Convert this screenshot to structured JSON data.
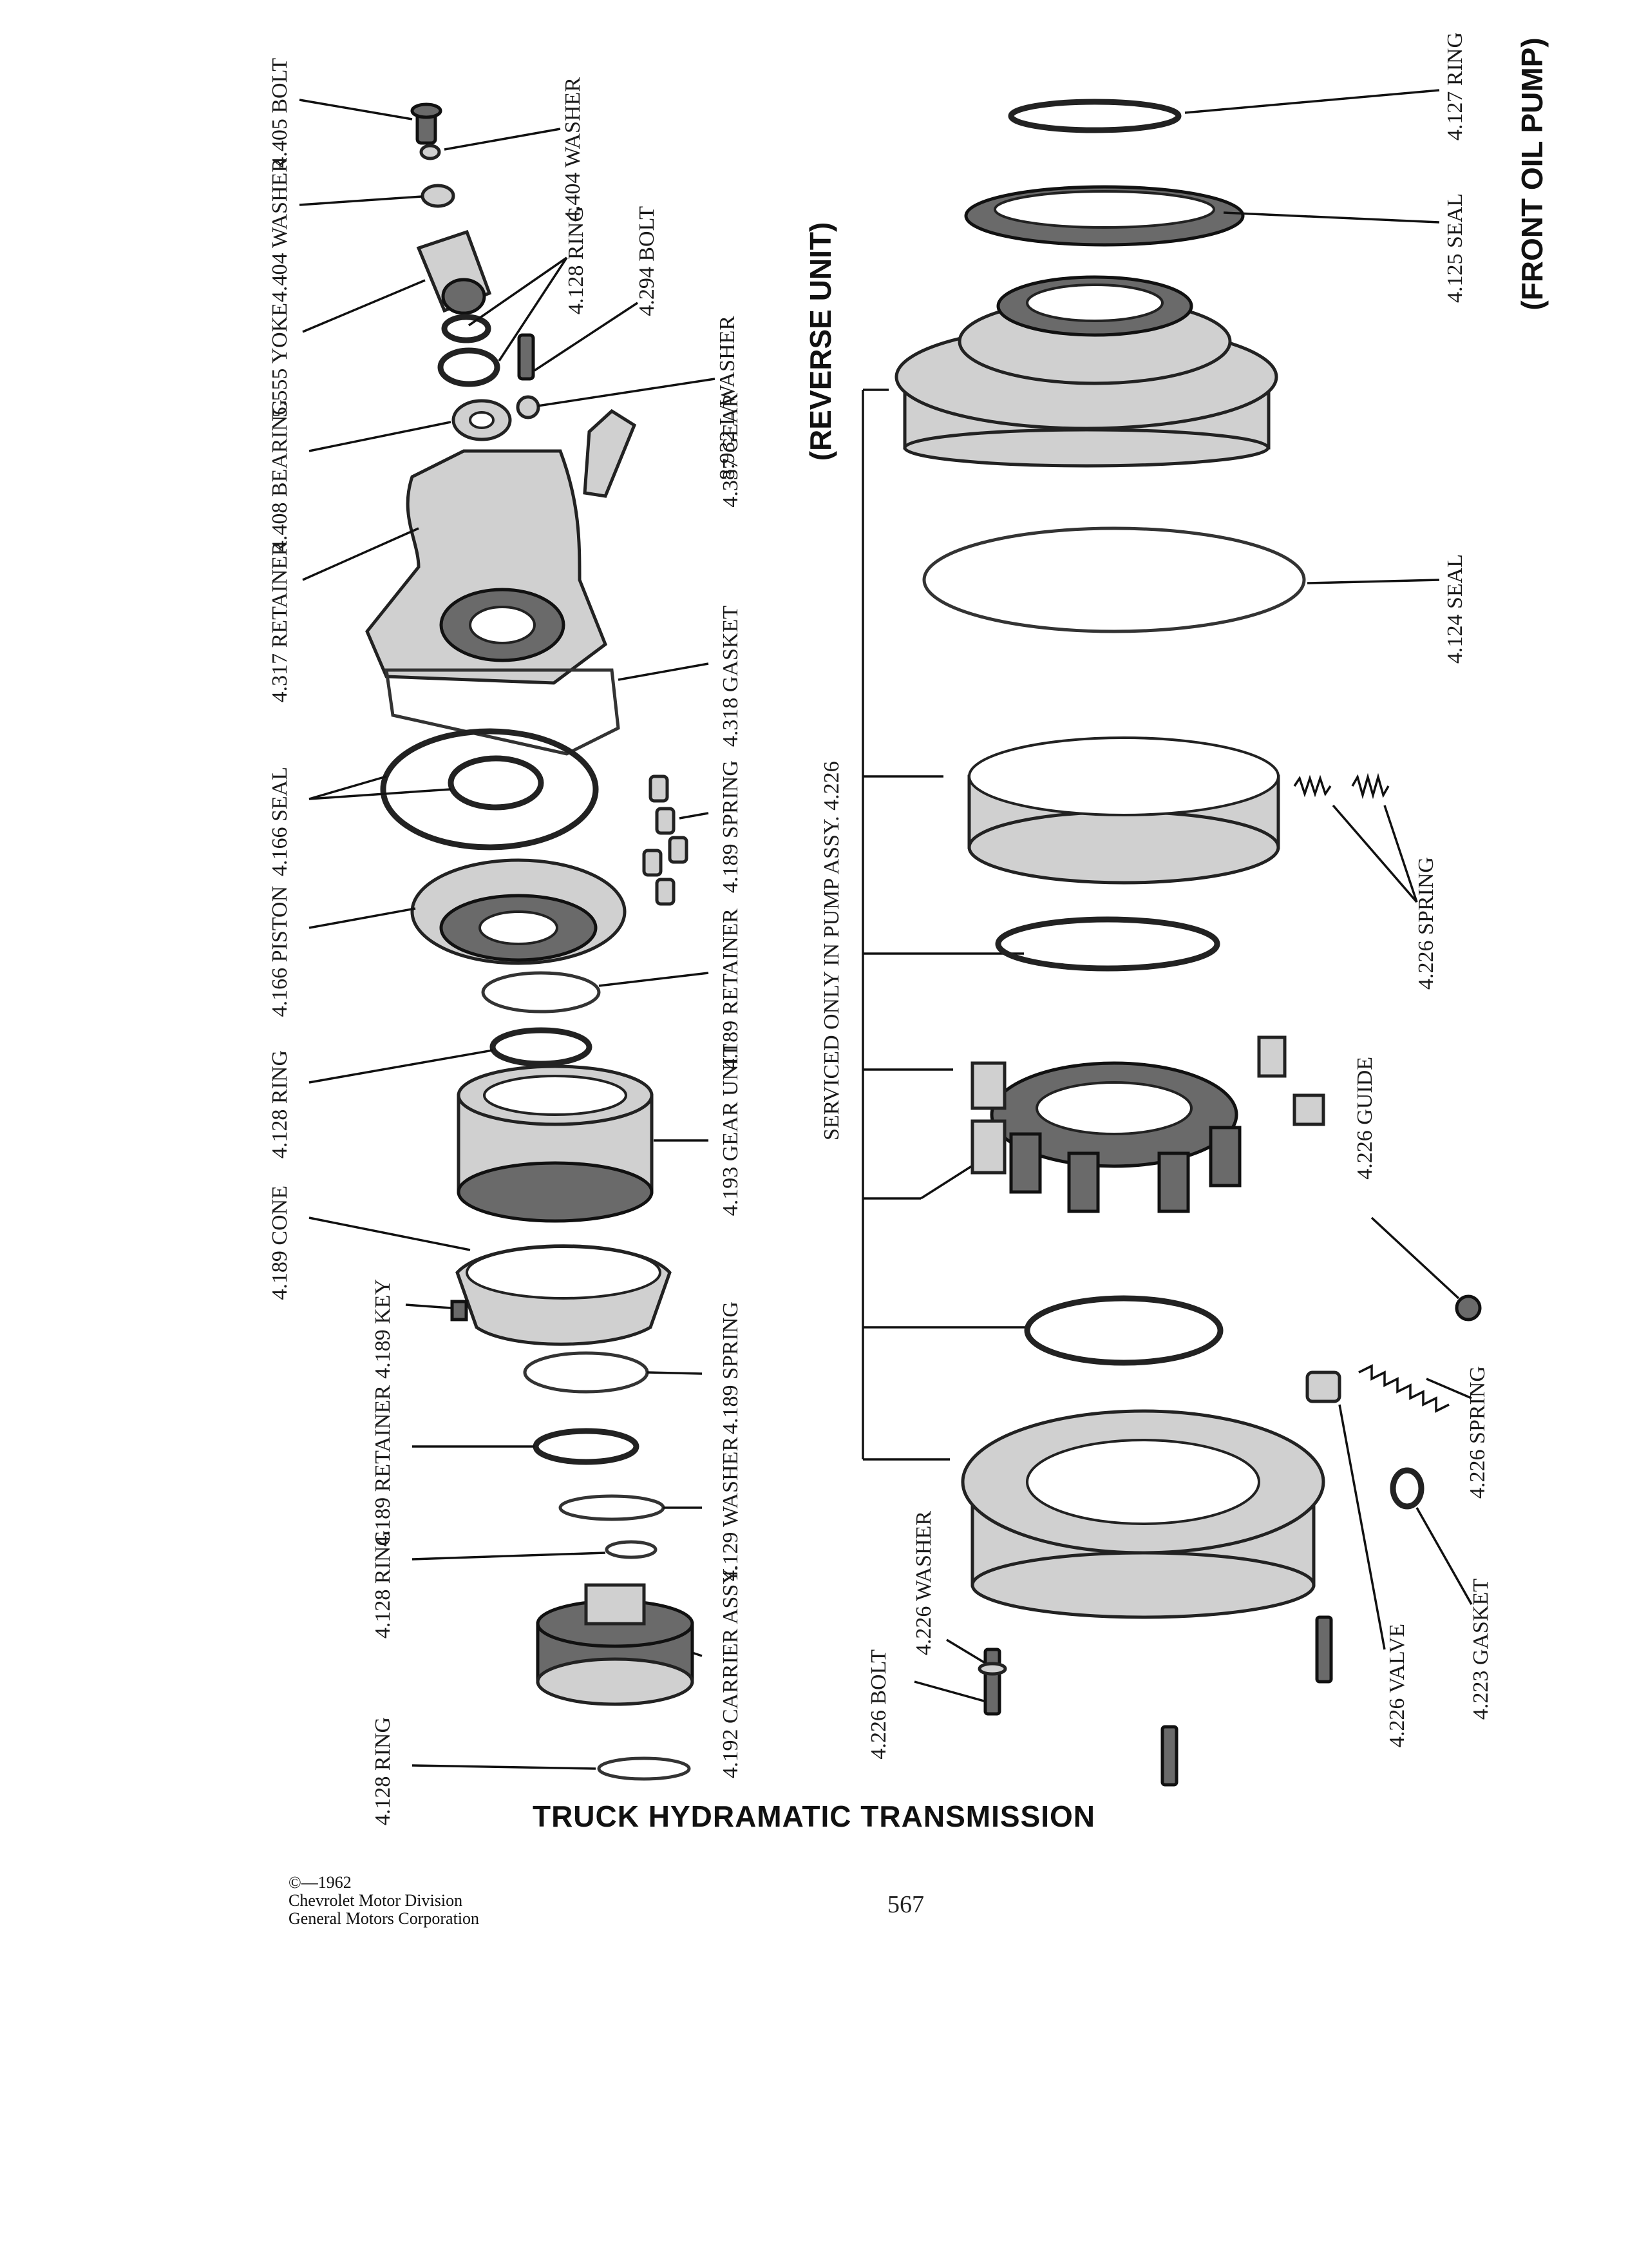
{
  "headings": {
    "reverse_unit": "(REVERSE UNIT)",
    "front_oil_pump": "(FRONT OIL PUMP)"
  },
  "bracket_note": "SERVICED ONLY IN PUMP ASSY. 4.226",
  "left_labels": {
    "bolt_4405": "4.405 BOLT",
    "washer_4404_a": "4.404 WASHER",
    "washer_4404_b": "4.404 WASHER",
    "yoke_5555": "5.555 YOKE",
    "ring_4128_a": "4.128 RING",
    "bolt_4294": "4.294 BOLT",
    "lwasher_8932": "8.932 L/WASHER",
    "bearing_4408": "4.408 BEARING",
    "gear_4337": "4.337 GEAR",
    "retainer_4317": "4.317 RETAINER",
    "gasket_4318": "4.318 GASKET",
    "seal_4166": "4.166 SEAL",
    "spring_4189_a": "4.189 SPRING",
    "piston_4166": "4.166 PISTON",
    "retainer_4189_a": "4.189 RETAINER",
    "ring_4128_b": "4.128 RING",
    "gear_unit_4193": "4.193 GEAR UNIT",
    "cone_4189": "4.189 CONE",
    "key_4189": "4.189 KEY",
    "spring_4189_b": "4.189 SPRING",
    "retainer_4189_b": "4.189 RETAINER",
    "washer_4129": "4.129 WASHER",
    "ring_4128_c": "4.128 RING",
    "carrier_4192": "4.192 CARRIER ASSY.",
    "ring_4128_d": "4.128 RING"
  },
  "right_labels": {
    "ring_4127": "4.127 RING",
    "seal_4125": "4.125 SEAL",
    "seal_4124": "4.124 SEAL",
    "spring_4226_a": "4.226 SPRING",
    "guide_4226": "4.226 GUIDE",
    "spring_4226_b": "4.226 SPRING",
    "washer_4226": "4.226 WASHER",
    "bolt_4226": "4.226 BOLT",
    "valve_4226": "4.226 VALVE",
    "gasket_4223": "4.223 GASKET"
  },
  "title": "TRUCK HYDRAMATIC TRANSMISSION",
  "footer": {
    "copyright": "©—1962",
    "division": "Chevrolet Motor Division",
    "corporation": "General Motors Corporation"
  },
  "page_number": "567"
}
